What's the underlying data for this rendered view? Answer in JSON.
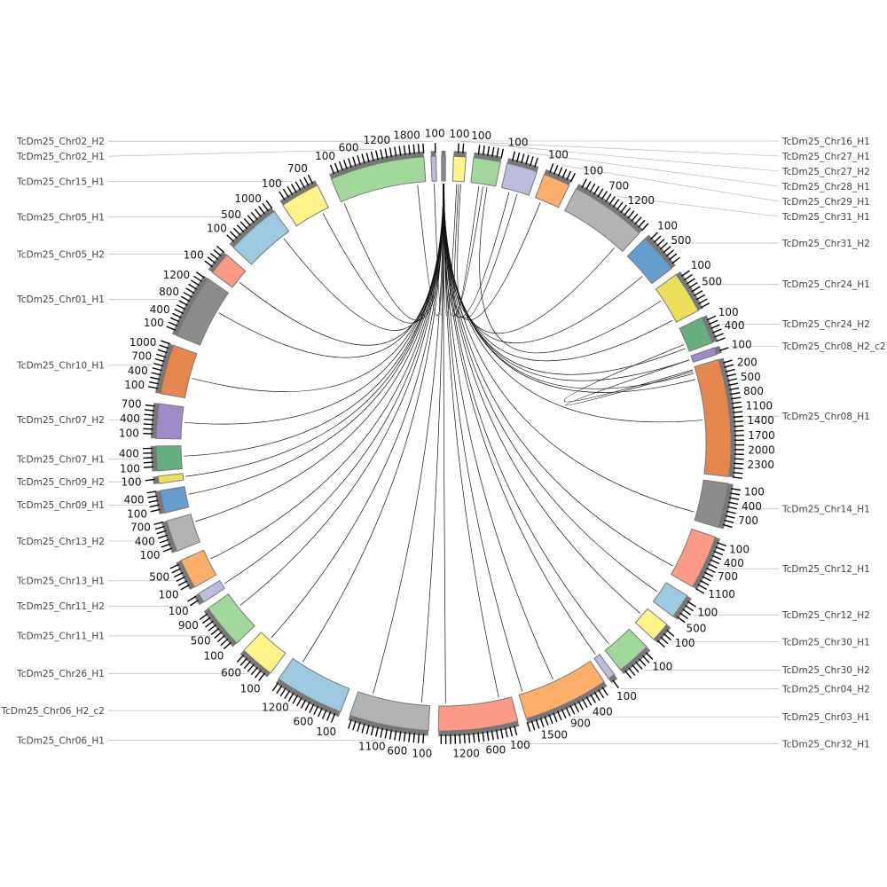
{
  "chart_data": {
    "type": "circos",
    "title": "",
    "tick_interval": 100,
    "segments": [
      {
        "name": "TcDm25_Chr02_H1",
        "size": 2100,
        "color": "#a1d99b"
      },
      {
        "name": "TcDm25_Chr02_H2",
        "size": 110,
        "color": "#bcbddc"
      },
      {
        "name": "TcDm25_Chr16_H1",
        "size": 90,
        "color": "#888888"
      },
      {
        "name": "TcDm25_Chr27_H1",
        "size": 275,
        "color": "#fff38a"
      },
      {
        "name": "TcDm25_Chr27_H2",
        "size": 600,
        "color": "#a1d99b"
      },
      {
        "name": "TcDm25_Chr28_H1",
        "size": 680,
        "color": "#bcbddc"
      },
      {
        "name": "TcDm25_Chr29_H1",
        "size": 600,
        "color": "#fdae6b"
      },
      {
        "name": "TcDm25_Chr31_H1",
        "size": 1700,
        "color": "#b3b3b3"
      },
      {
        "name": "TcDm25_Chr31_H2",
        "size": 880,
        "color": "#659fcf"
      },
      {
        "name": "TcDm25_Chr24_H1",
        "size": 930,
        "color": "#ece05a"
      },
      {
        "name": "TcDm25_Chr24_H2",
        "size": 600,
        "color": "#66b07f"
      },
      {
        "name": "TcDm25_Chr08_H2_c2",
        "size": 160,
        "color": "#9e8ac6"
      },
      {
        "name": "TcDm25_Chr08_H1",
        "size": 2600,
        "color": "#e6864f"
      },
      {
        "name": "TcDm25_Chr14_H1",
        "size": 990,
        "color": "#8c8c8c"
      },
      {
        "name": "TcDm25_Chr12_H1",
        "size": 1200,
        "color": "#fc9a85"
      },
      {
        "name": "TcDm25_Chr12_H2",
        "size": 550,
        "color": "#9ecae1"
      },
      {
        "name": "TcDm25_Chr30_H1",
        "size": 440,
        "color": "#fff38a"
      },
      {
        "name": "TcDm25_Chr30_H2",
        "size": 770,
        "color": "#a1d99b"
      },
      {
        "name": "TcDm25_Chr04_H2",
        "size": 160,
        "color": "#bcbddc"
      },
      {
        "name": "TcDm25_Chr03_H1",
        "size": 1900,
        "color": "#fdae6b"
      },
      {
        "name": "TcDm25_Chr32_H1",
        "size": 1760,
        "color": "#fc9a85"
      },
      {
        "name": "TcDm25_Chr06_H1",
        "size": 1760,
        "color": "#b3b3b3"
      },
      {
        "name": "TcDm25_Chr06_H2_c2",
        "size": 1540,
        "color": "#9ecae1"
      },
      {
        "name": "TcDm25_Chr26_H1",
        "size": 770,
        "color": "#fff38a"
      },
      {
        "name": "TcDm25_Chr11_H1",
        "size": 990,
        "color": "#a1d99b"
      },
      {
        "name": "TcDm25_Chr11_H2",
        "size": 220,
        "color": "#bcbddc"
      },
      {
        "name": "TcDm25_Chr13_H1",
        "size": 660,
        "color": "#fdae6b"
      },
      {
        "name": "TcDm25_Chr13_H2",
        "size": 700,
        "color": "#b3b3b3"
      },
      {
        "name": "TcDm25_Chr09_H1",
        "size": 500,
        "color": "#659fcf"
      },
      {
        "name": "TcDm25_Chr09_H2",
        "size": 160,
        "color": "#ece05a"
      },
      {
        "name": "TcDm25_Chr07_H1",
        "size": 550,
        "color": "#66b07f"
      },
      {
        "name": "TcDm25_Chr07_H2",
        "size": 770,
        "color": "#9e8ac6"
      },
      {
        "name": "TcDm25_Chr10_H1",
        "size": 1100,
        "color": "#e6864f"
      },
      {
        "name": "TcDm25_Chr01_H1",
        "size": 1430,
        "color": "#8c8c8c"
      },
      {
        "name": "TcDm25_Chr05_H2",
        "size": 500,
        "color": "#fc9a85"
      },
      {
        "name": "TcDm25_Chr05_H1",
        "size": 1200,
        "color": "#9ecae1"
      },
      {
        "name": "TcDm25_Chr15_H1",
        "size": 880,
        "color": "#fff38a"
      }
    ],
    "links": [
      [
        0,
        60,
        2,
        40
      ],
      [
        0,
        1900,
        2,
        45
      ],
      [
        1,
        50,
        2,
        50
      ],
      [
        3,
        100,
        2,
        30
      ],
      [
        4,
        300,
        2,
        55
      ],
      [
        5,
        200,
        2,
        35
      ],
      [
        6,
        150,
        2,
        60
      ],
      [
        7,
        1500,
        2,
        42
      ],
      [
        8,
        600,
        2,
        48
      ],
      [
        9,
        850,
        2,
        52
      ],
      [
        10,
        500,
        2,
        38
      ],
      [
        11,
        80,
        2,
        44
      ],
      [
        12,
        150,
        2,
        46
      ],
      [
        12,
        300,
        2,
        50
      ],
      [
        12,
        1300,
        2,
        40
      ],
      [
        13,
        800,
        2,
        36
      ],
      [
        14,
        1000,
        2,
        54
      ],
      [
        15,
        300,
        2,
        44
      ],
      [
        16,
        200,
        2,
        42
      ],
      [
        17,
        600,
        2,
        58
      ],
      [
        18,
        80,
        2,
        40
      ],
      [
        19,
        1000,
        2,
        46
      ],
      [
        19,
        1800,
        2,
        50
      ],
      [
        20,
        300,
        2,
        52
      ],
      [
        20,
        1600,
        2,
        34
      ],
      [
        21,
        200,
        2,
        48
      ],
      [
        21,
        1400,
        2,
        44
      ],
      [
        22,
        1300,
        2,
        38
      ],
      [
        23,
        500,
        2,
        50
      ],
      [
        24,
        600,
        2,
        46
      ],
      [
        25,
        100,
        2,
        42
      ],
      [
        26,
        400,
        2,
        40
      ],
      [
        27,
        500,
        2,
        56
      ],
      [
        28,
        300,
        2,
        50
      ],
      [
        29,
        80,
        2,
        44
      ],
      [
        30,
        300,
        2,
        48
      ],
      [
        31,
        400,
        2,
        40
      ],
      [
        32,
        500,
        2,
        52
      ],
      [
        33,
        900,
        2,
        46
      ],
      [
        34,
        200,
        2,
        44
      ],
      [
        35,
        1000,
        2,
        50
      ],
      [
        36,
        700,
        2,
        42
      ],
      [
        12,
        100,
        11,
        80
      ],
      [
        12,
        60,
        10,
        400
      ],
      [
        4,
        200,
        3,
        150
      ],
      [
        5,
        400,
        3,
        200
      ],
      [
        9,
        300,
        4,
        400
      ]
    ]
  }
}
